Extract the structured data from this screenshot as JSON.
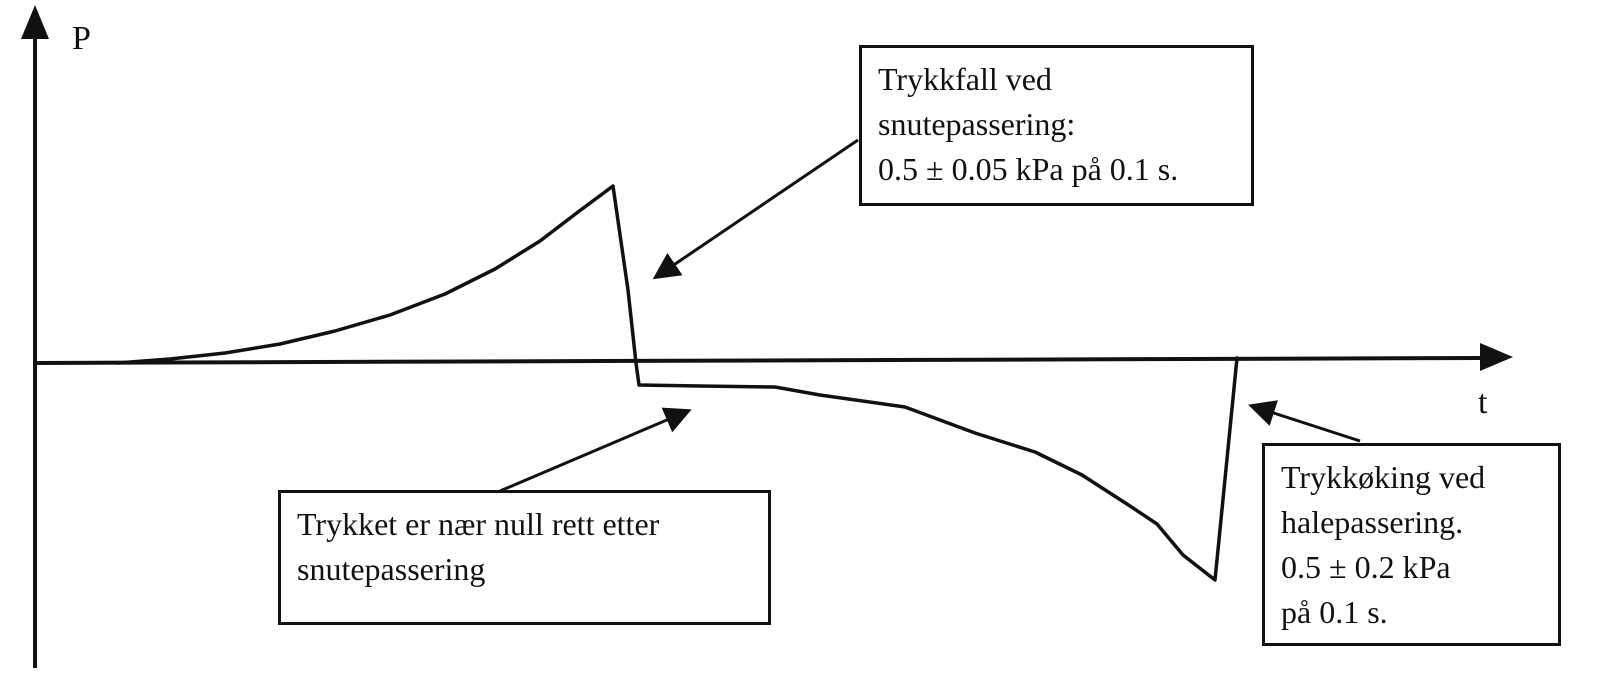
{
  "figure": {
    "type": "pressure-time-diagram",
    "background": "#ffffff",
    "ink": "#111111",
    "y_axis_label": "P",
    "x_axis_label": "t",
    "annotations": {
      "nose_drop": {
        "lines": [
          "Trykkfall ved",
          "snutepassering:",
          "0.5 ± 0.05 kPa på 0.1 s."
        ]
      },
      "near_zero": {
        "lines": [
          "Trykket er nær null rett etter",
          "snutepassering"
        ]
      },
      "tail_rise": {
        "lines": [
          "Trykkøking ved",
          "halepassering.",
          "0.5 ± 0.2 kPa",
          "på 0.1 s."
        ]
      }
    }
  }
}
